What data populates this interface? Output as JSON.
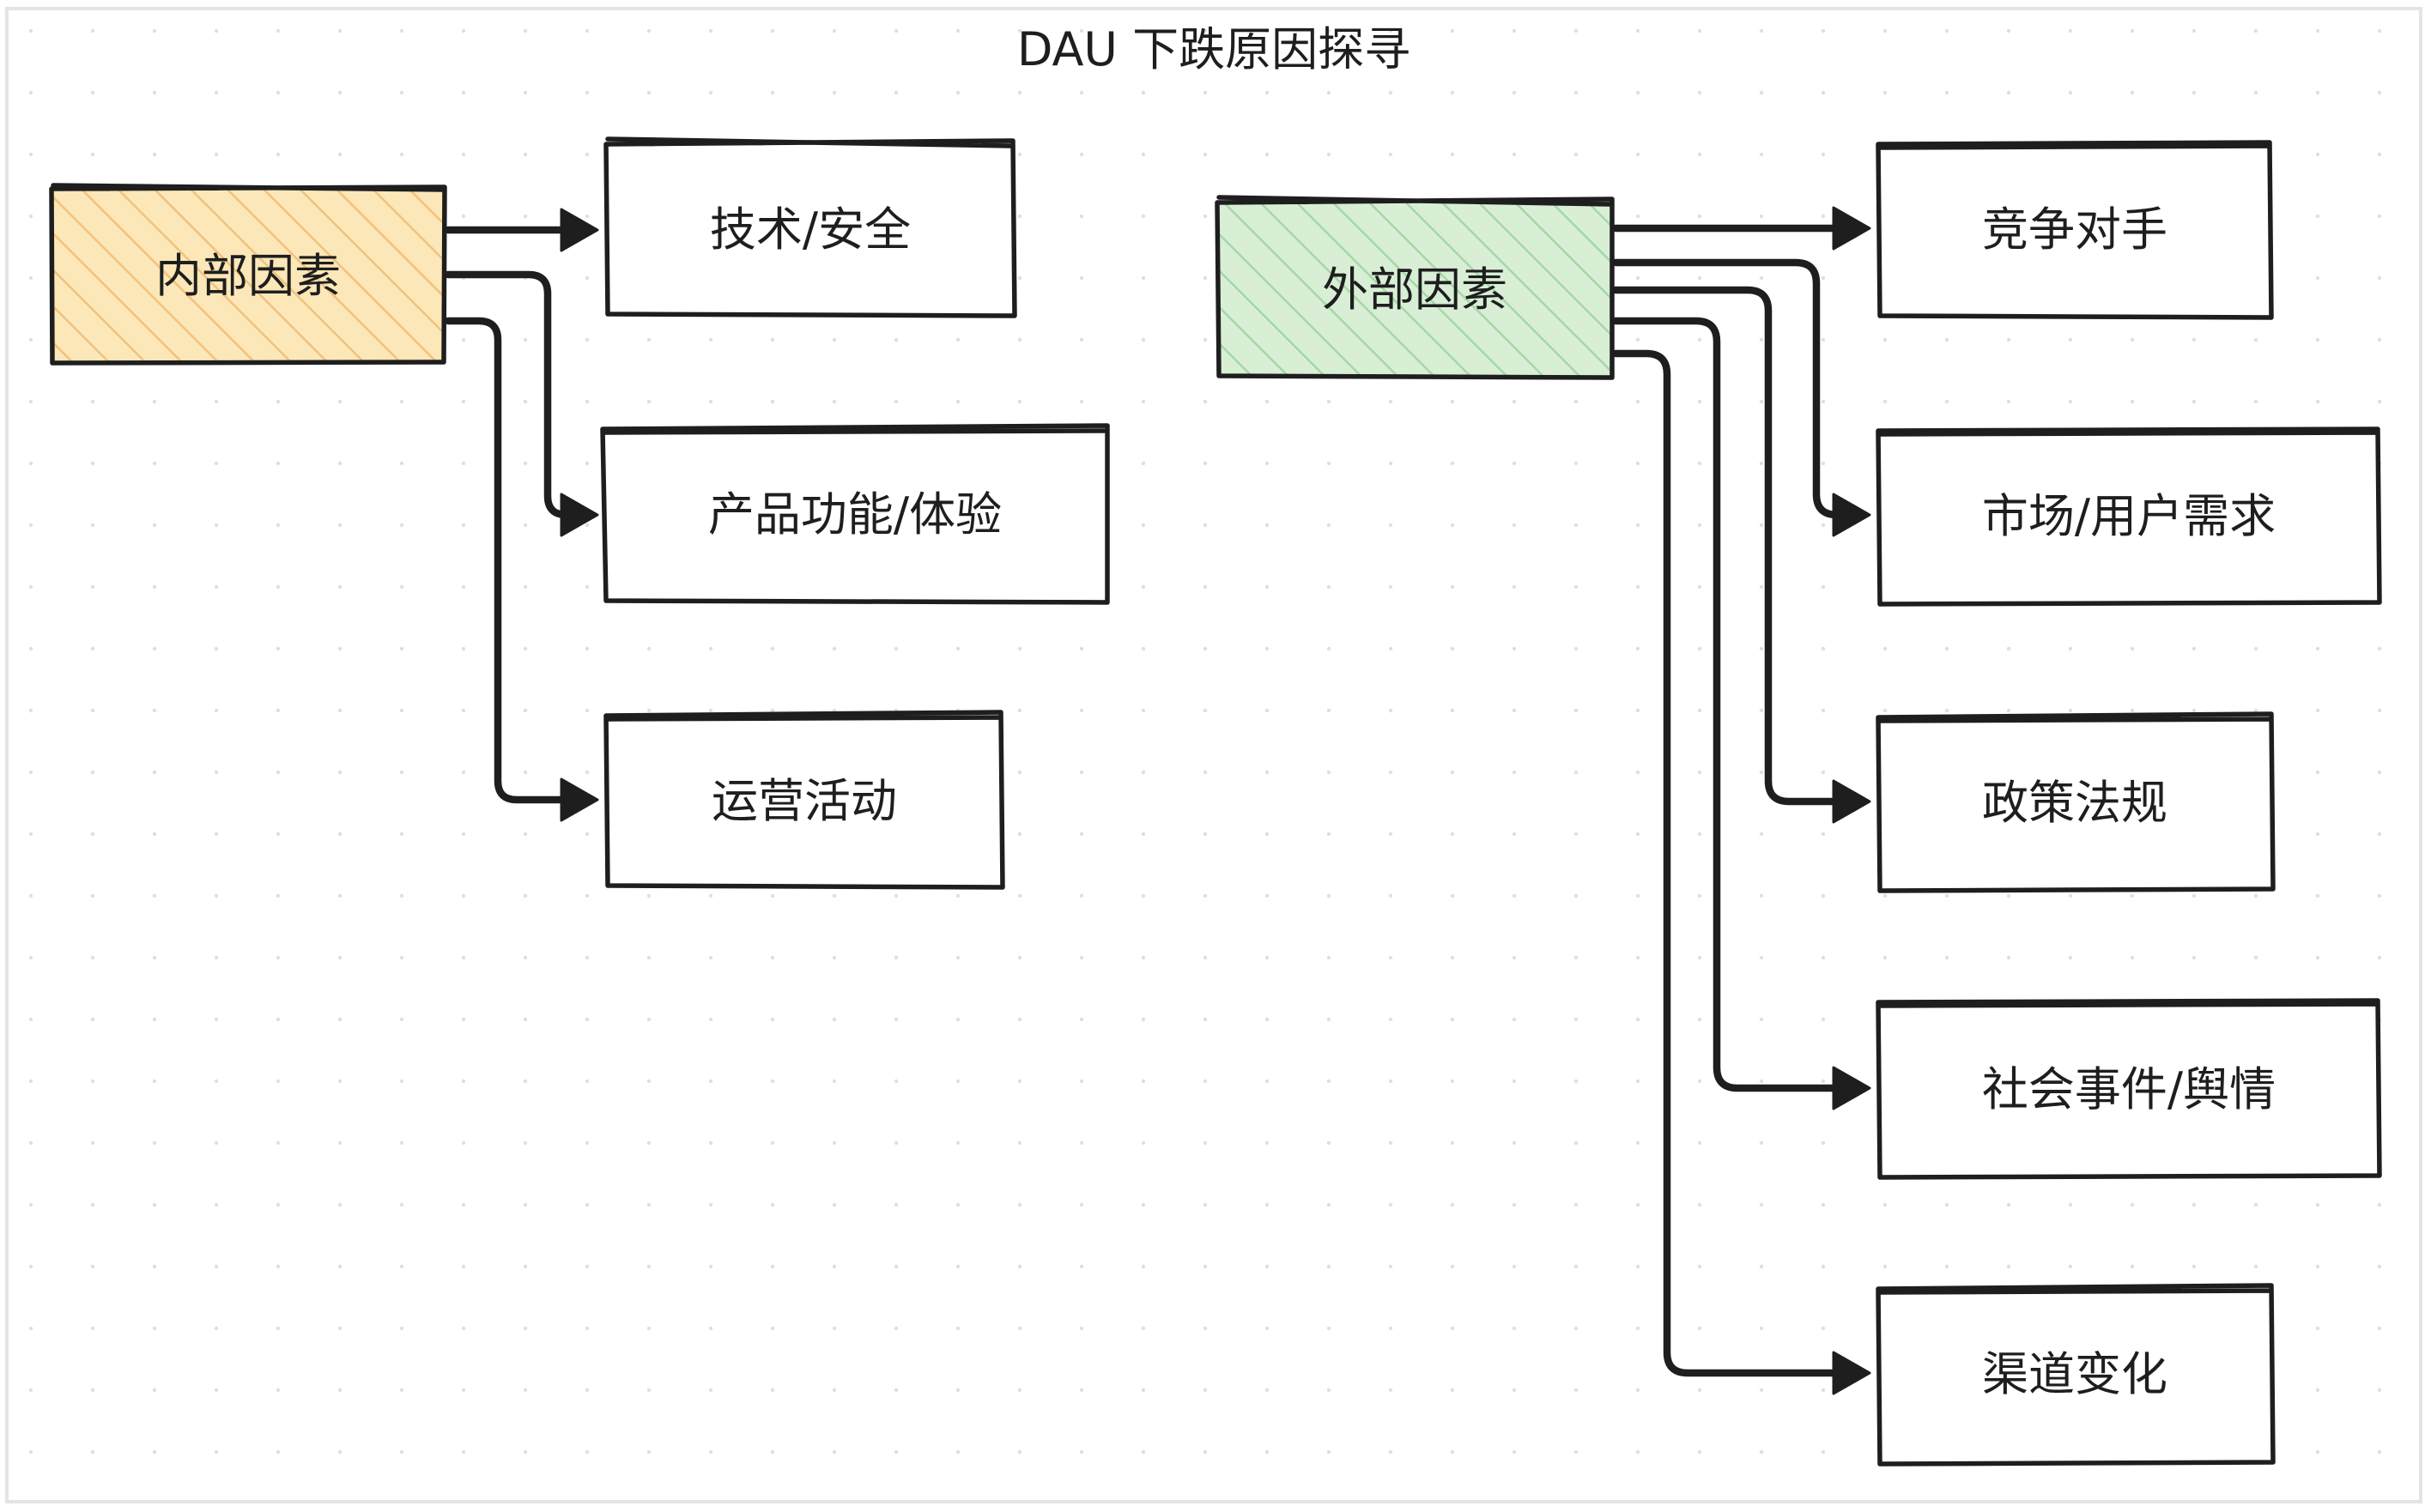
{
  "title": "DAU 下跌原因探寻",
  "colors": {
    "internal_fill": "#ffec99",
    "internal_hatch": "#f3c47a",
    "external_fill": "#d3f0d3",
    "external_hatch": "#9fd5a2",
    "stroke": "#1e1e1e",
    "grid_dot": "#d7e3df",
    "frame": "#e4e4e4"
  },
  "internal": {
    "label": "内部因素",
    "children": [
      {
        "label": "技术/安全"
      },
      {
        "label": "产品功能/体验"
      },
      {
        "label": "运营活动"
      }
    ]
  },
  "external": {
    "label": "外部因素",
    "children": [
      {
        "label": "竞争对手"
      },
      {
        "label": "市场/用户需求"
      },
      {
        "label": "政策法规"
      },
      {
        "label": "社会事件/舆情"
      },
      {
        "label": "渠道变化"
      }
    ]
  },
  "icons": {
    "arrow": "arrow-right-icon"
  }
}
